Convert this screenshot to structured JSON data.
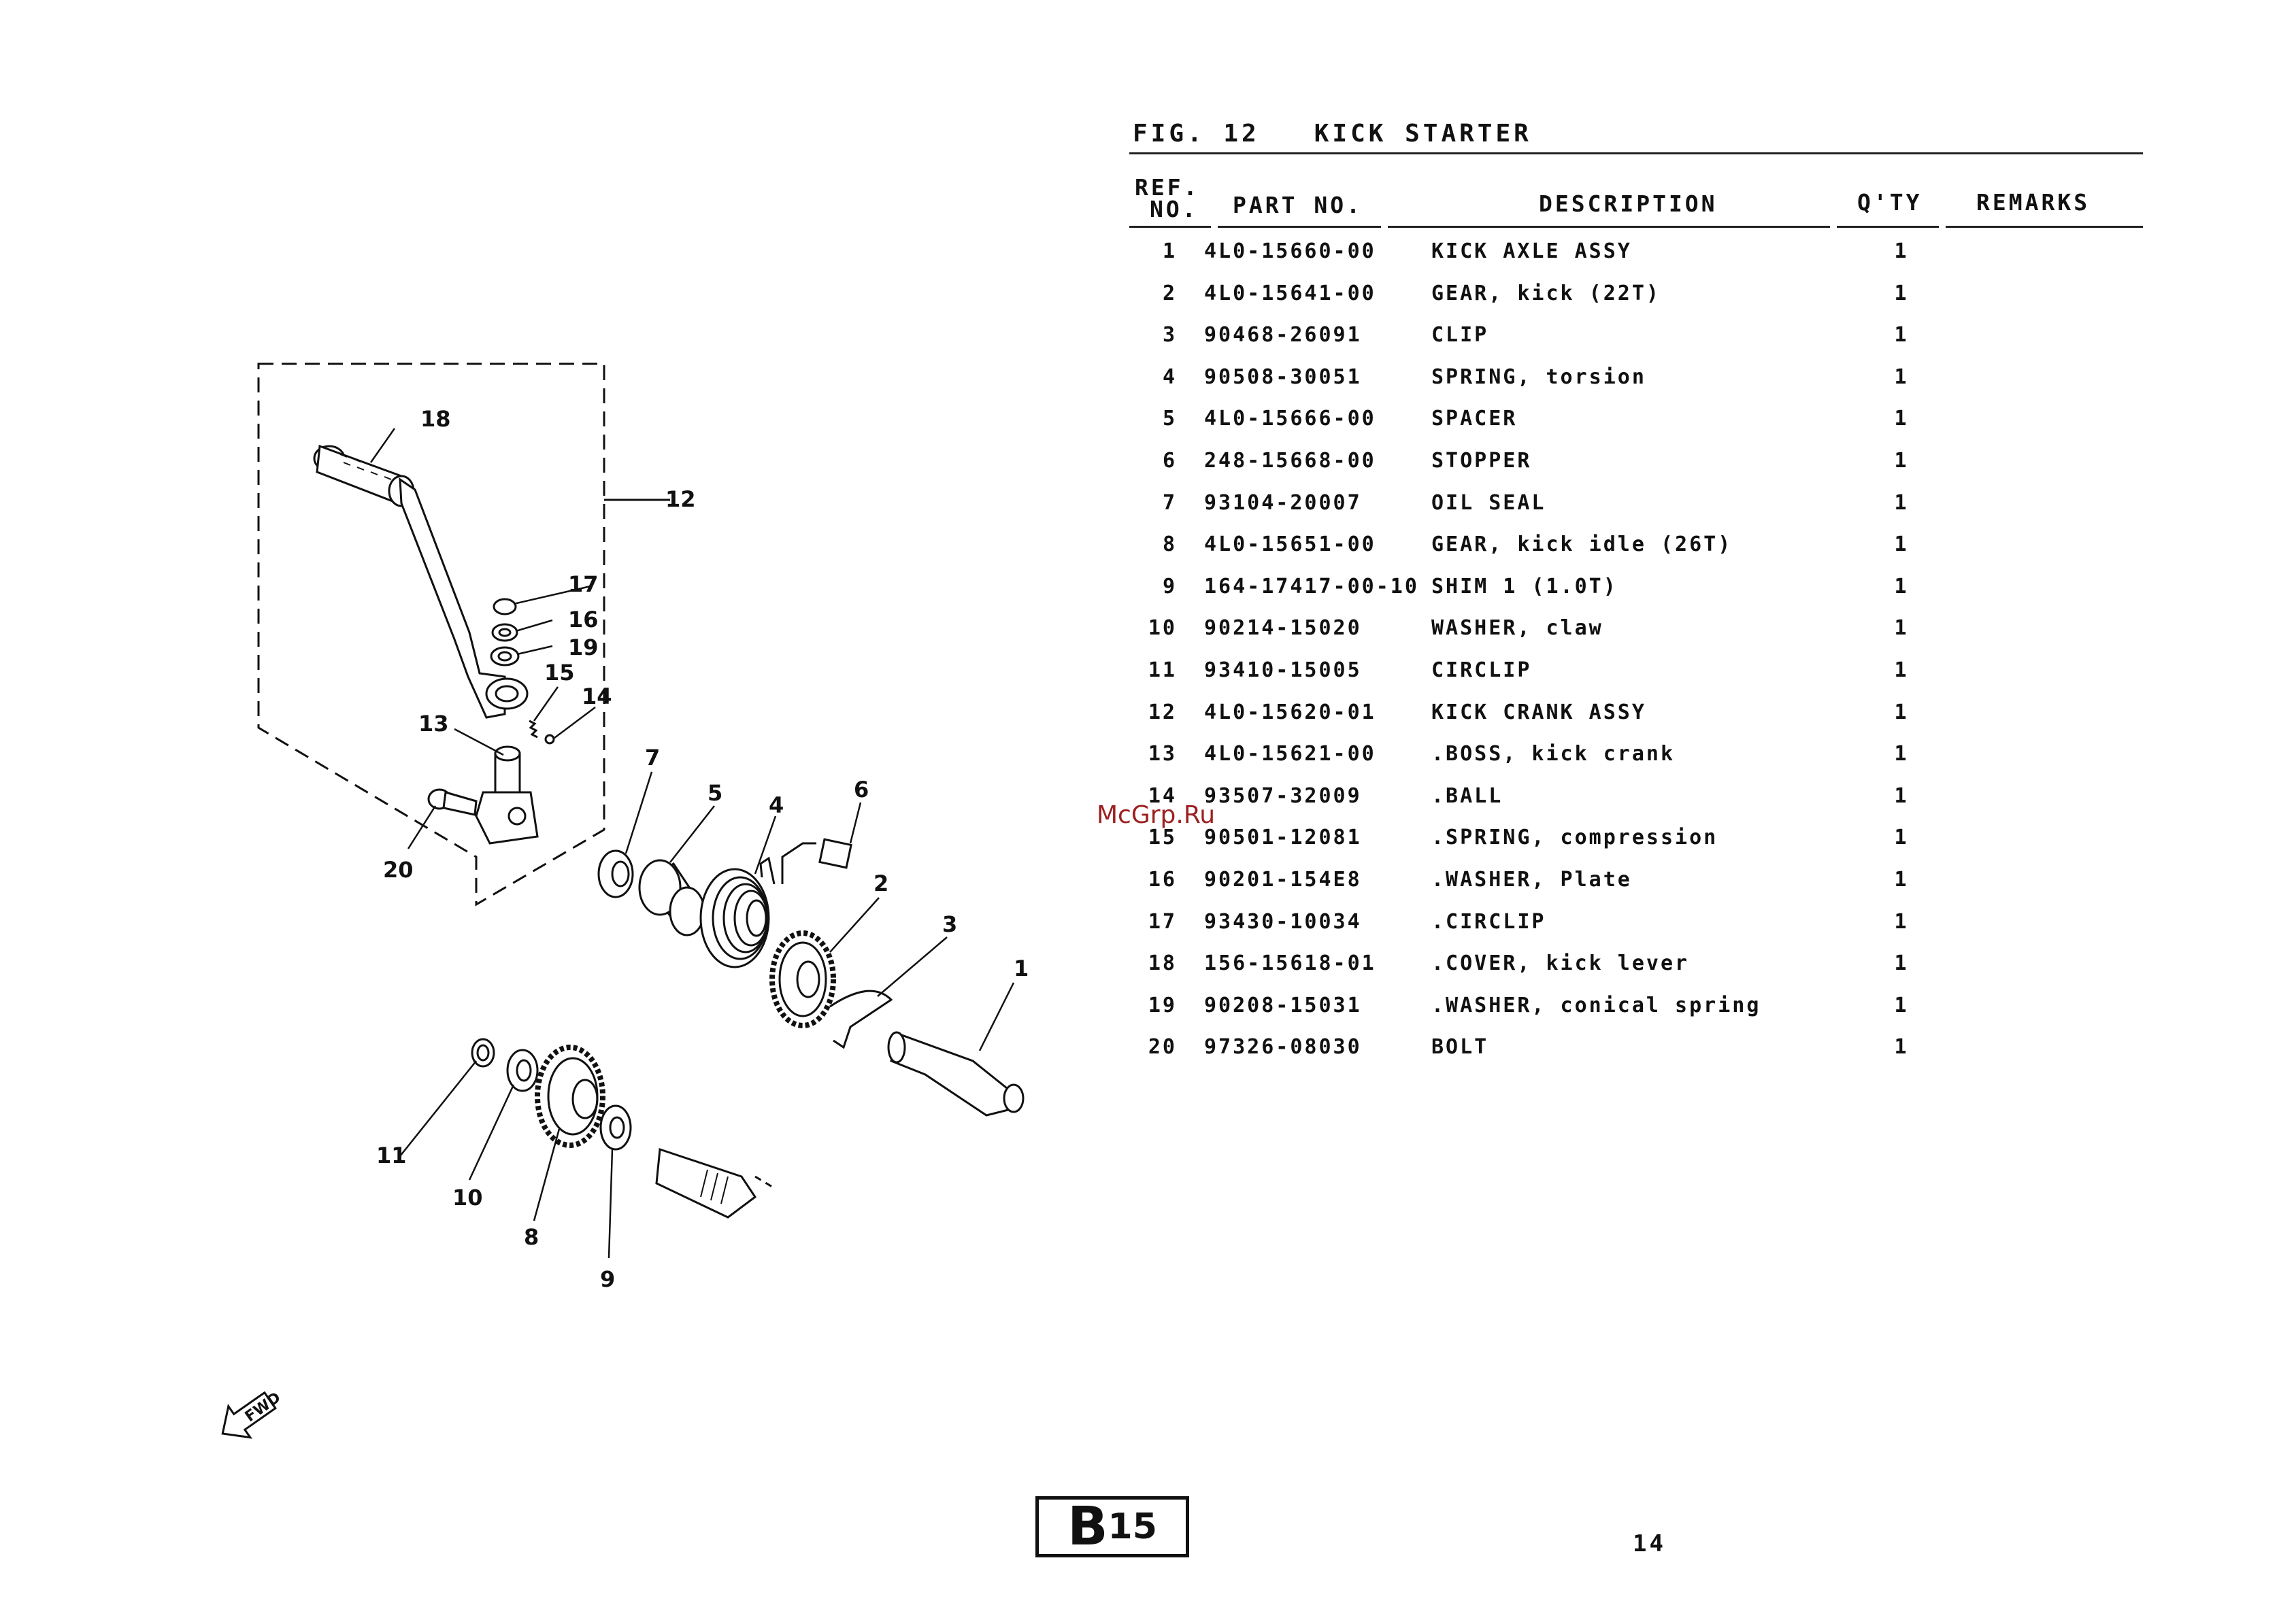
{
  "figure": {
    "title": "FIG. 12   KICK STARTER"
  },
  "table": {
    "headers": {
      "ref_line1": "REF.",
      "ref_line2": "NO.",
      "part_no": "PART NO.",
      "description": "DESCRIPTION",
      "qty": "Q'TY",
      "remarks": "REMARKS"
    },
    "rows": [
      {
        "ref": "1",
        "part": "4L0-15660-00",
        "desc": "KICK AXLE ASSY",
        "qty": "1"
      },
      {
        "ref": "2",
        "part": "4L0-15641-00",
        "desc": "GEAR, kick (22T)",
        "qty": "1"
      },
      {
        "ref": "3",
        "part": "90468-26091",
        "desc": "CLIP",
        "qty": "1"
      },
      {
        "ref": "4",
        "part": "90508-30051",
        "desc": "SPRING, torsion",
        "qty": "1"
      },
      {
        "ref": "5",
        "part": "4L0-15666-00",
        "desc": "SPACER",
        "qty": "1"
      },
      {
        "ref": "6",
        "part": "248-15668-00",
        "desc": "STOPPER",
        "qty": "1"
      },
      {
        "ref": "7",
        "part": "93104-20007",
        "desc": "OIL SEAL",
        "qty": "1"
      },
      {
        "ref": "8",
        "part": "4L0-15651-00",
        "desc": "GEAR, kick idle (26T)",
        "qty": "1"
      },
      {
        "ref": "9",
        "part": "164-17417-00-10",
        "desc": "SHIM 1 (1.0T)",
        "qty": "1"
      },
      {
        "ref": "10",
        "part": "90214-15020",
        "desc": "WASHER, claw",
        "qty": "1"
      },
      {
        "ref": "11",
        "part": "93410-15005",
        "desc": "CIRCLIP",
        "qty": "1"
      },
      {
        "ref": "12",
        "part": "4L0-15620-01",
        "desc": "KICK CRANK ASSY",
        "qty": "1"
      },
      {
        "ref": "13",
        "part": "4L0-15621-00",
        "desc": ".BOSS, kick crank",
        "qty": "1"
      },
      {
        "ref": "14",
        "part": "93507-32009",
        "desc": ".BALL",
        "qty": "1"
      },
      {
        "ref": "15",
        "part": "90501-12081",
        "desc": ".SPRING, compression",
        "qty": "1"
      },
      {
        "ref": "16",
        "part": "90201-154E8",
        "desc": ".WASHER, Plate",
        "qty": "1"
      },
      {
        "ref": "17",
        "part": "93430-10034",
        "desc": ".CIRCLIP",
        "qty": "1"
      },
      {
        "ref": "18",
        "part": "156-15618-01",
        "desc": ".COVER, kick lever",
        "qty": "1"
      },
      {
        "ref": "19",
        "part": "90208-15031",
        "desc": ".WASHER, conical spring",
        "qty": "1"
      },
      {
        "ref": "20",
        "part": "97326-08030",
        "desc": "BOLT",
        "qty": "1"
      }
    ]
  },
  "watermark": "McGrp.Ru",
  "diagram": {
    "callouts": {
      "c1": "1",
      "c2": "2",
      "c3": "3",
      "c4": "4",
      "c5": "5",
      "c6": "6",
      "c7": "7",
      "c8": "8",
      "c9": "9",
      "c10": "10",
      "c11": "11",
      "c12": "12",
      "c13": "13",
      "c14": "14",
      "c15": "15",
      "c16": "16",
      "c17": "17",
      "c18": "18",
      "c19": "19",
      "c20": "20"
    },
    "fwd_label": "FWD"
  },
  "footer": {
    "section_main": "B",
    "section_sub": "15",
    "page_number": "14"
  }
}
